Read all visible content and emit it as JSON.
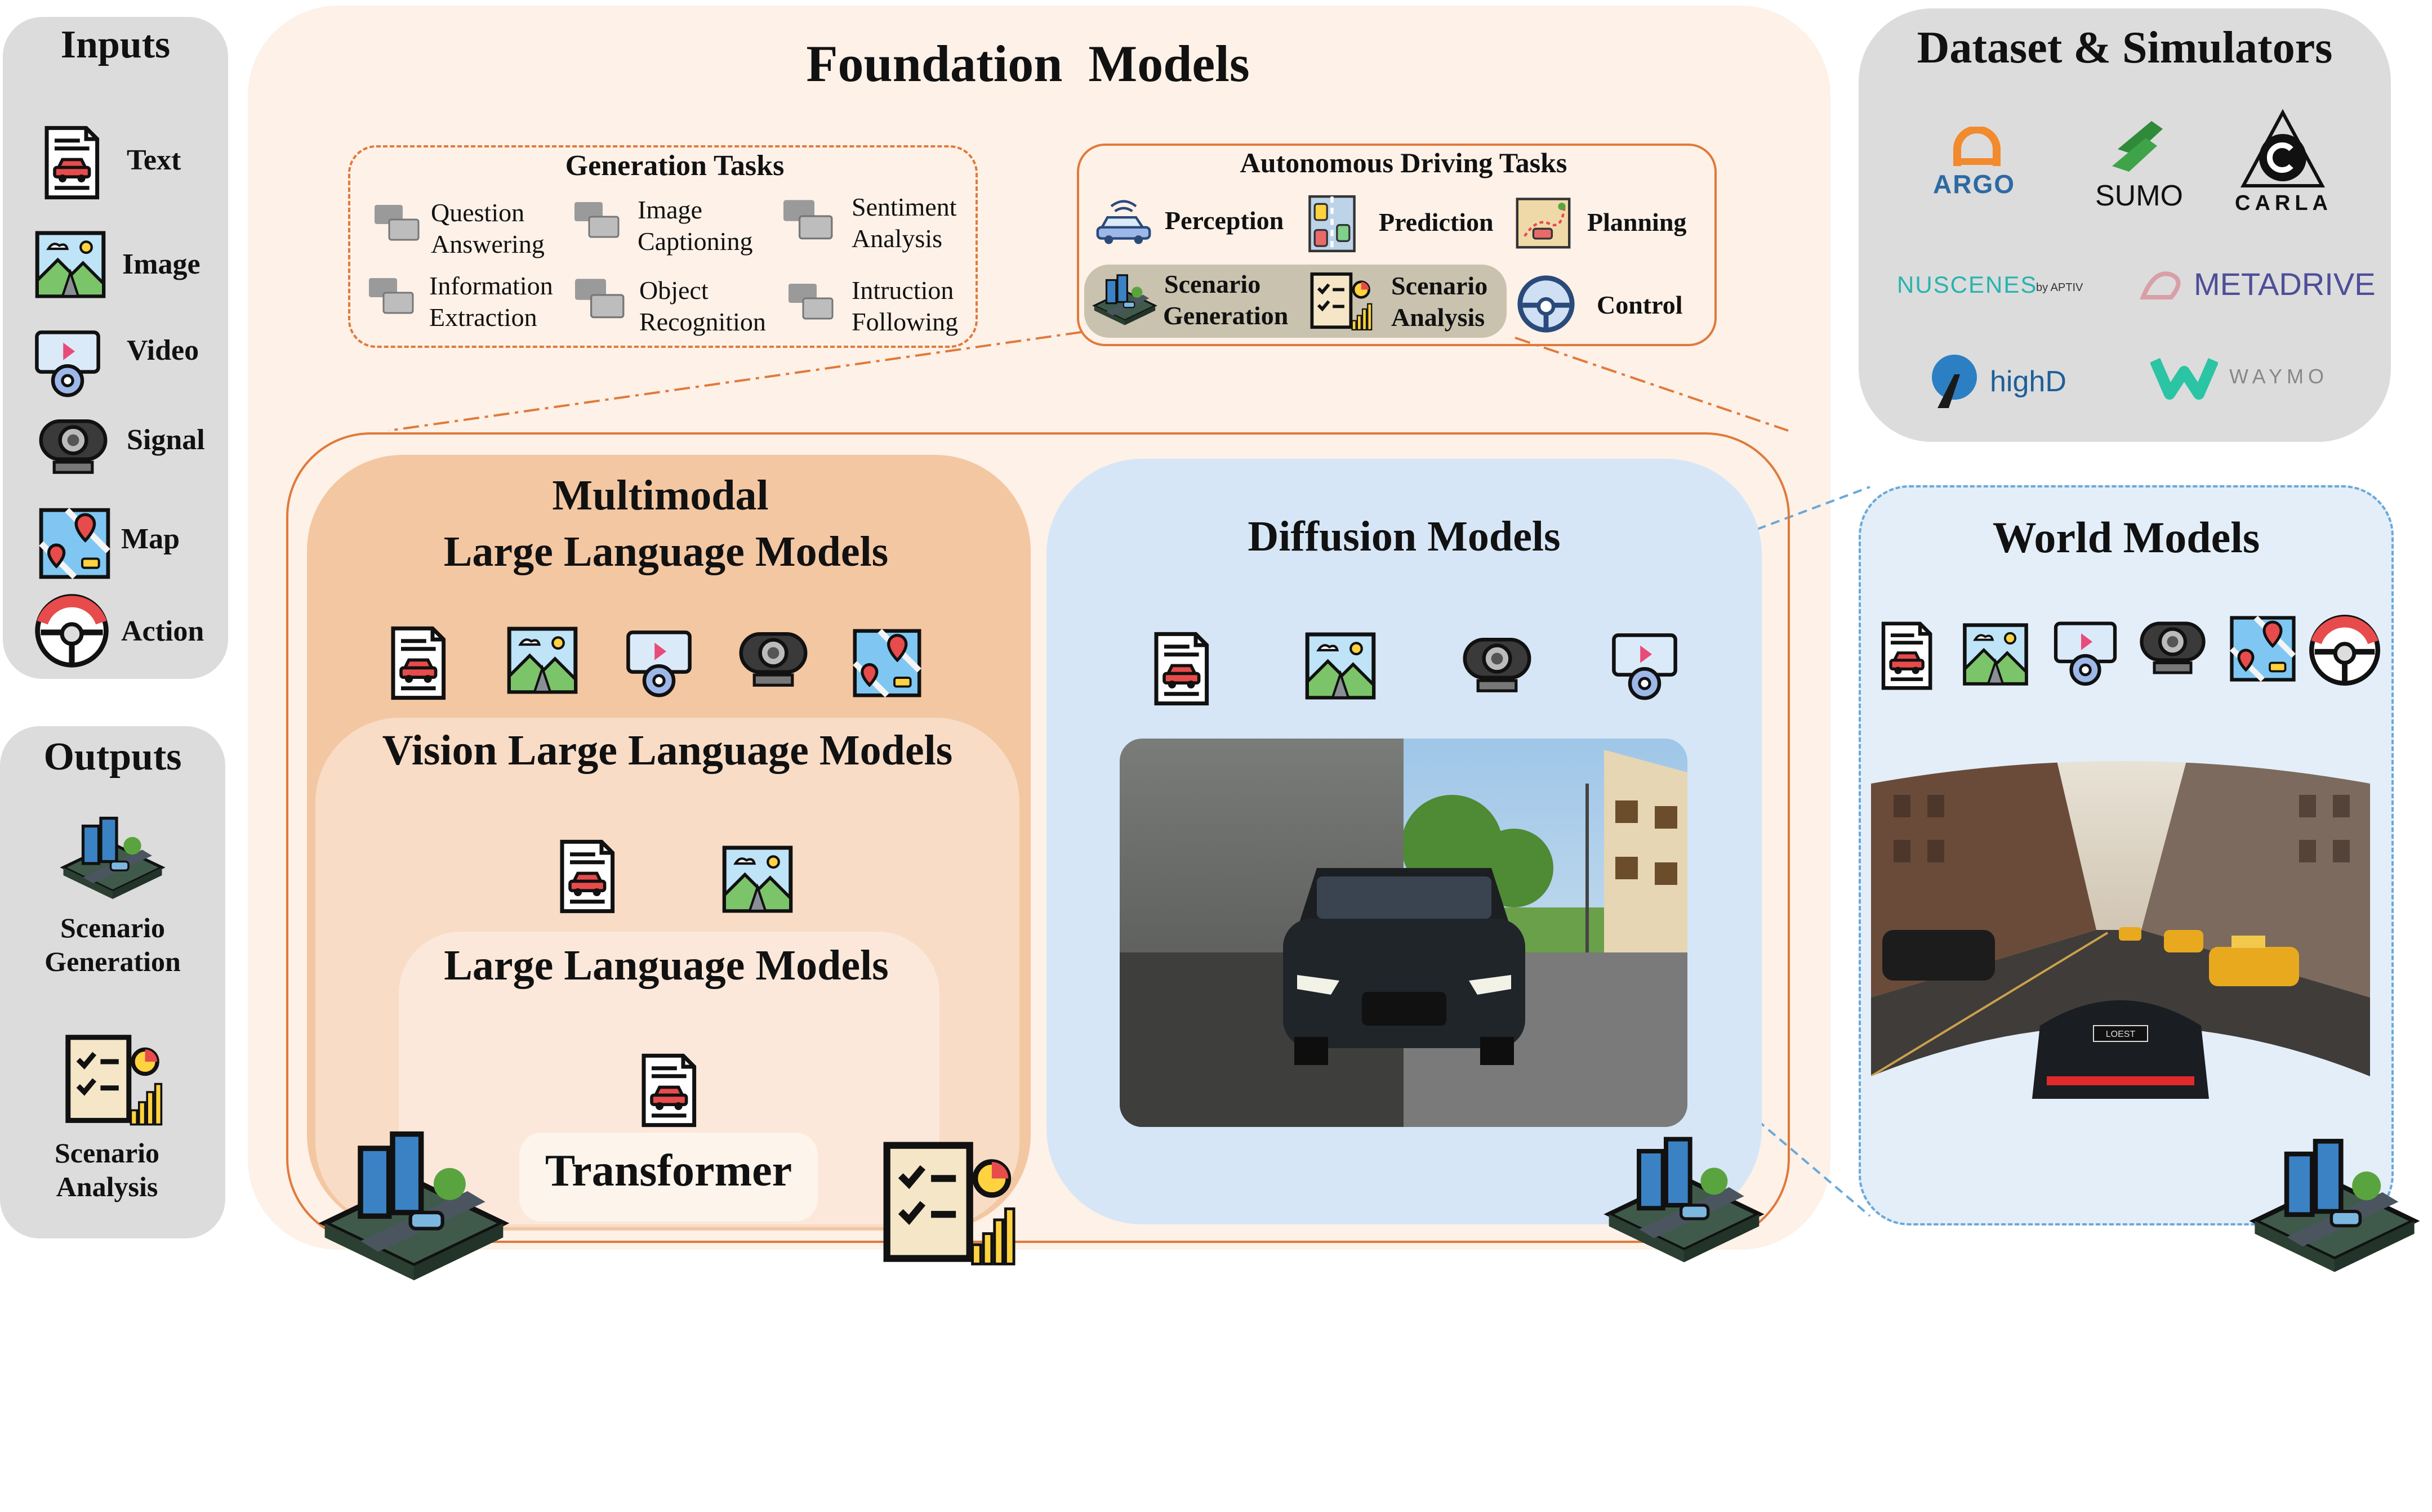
{
  "inputs": {
    "title": "Inputs",
    "items": [
      {
        "label": "Text",
        "icon": "document-car-icon"
      },
      {
        "label": "Image",
        "icon": "landscape-image-icon"
      },
      {
        "label": "Video",
        "icon": "video-steering-icon"
      },
      {
        "label": "Signal",
        "icon": "camera-sensor-icon"
      },
      {
        "label": "Map",
        "icon": "map-pin-icon"
      },
      {
        "label": "Action",
        "icon": "steering-wheel-icon"
      }
    ]
  },
  "outputs": {
    "title": "Outputs",
    "items": [
      {
        "label_line1": "Scenario",
        "label_line2": "Generation",
        "icon": "city-road-icon"
      },
      {
        "label_line1": "Scenario",
        "label_line2": "Analysis",
        "icon": "checklist-chart-icon"
      }
    ]
  },
  "foundation": {
    "title": "Foundation  Models",
    "generation_tasks": {
      "title": "Generation Tasks",
      "items": [
        {
          "line1": "Question",
          "line2": "Answering"
        },
        {
          "line1": "Image",
          "line2": "Captioning"
        },
        {
          "line1": "Sentiment",
          "line2": "Analysis"
        },
        {
          "line1": "Information",
          "line2": "Extraction"
        },
        {
          "line1": "Object",
          "line2": "Recognition"
        },
        {
          "line1": "Intruction",
          "line2": "Following"
        }
      ]
    },
    "ad_tasks": {
      "title": "Autonomous Driving Tasks",
      "perception": "Perception",
      "prediction": "Prediction",
      "planning": "Planning",
      "scenario_gen_line1": "Scenario",
      "scenario_gen_line2": "Generation",
      "scenario_ana_line1": "Scenario",
      "scenario_ana_line2": "Analysis",
      "control": "Control"
    },
    "mllm": {
      "title_line1": "Multimodal",
      "title_line2": "Large Language Models"
    },
    "vllm": {
      "title": "Vision Large Language Models"
    },
    "llm": {
      "title": "Large Language Models"
    },
    "transformer": {
      "title": "Transformer"
    },
    "diffusion": {
      "title": "Diffusion Models"
    }
  },
  "datasets": {
    "title": "Dataset & Simulators",
    "logos": {
      "argo": "ARGO",
      "sumo": "SUMO",
      "carla": "CARLA",
      "nuscenes": "NUSCENES",
      "nuscenes_by": "by APTIV",
      "metadrive": "METADRIVE",
      "highd": "highD",
      "waymo": "WAYMO"
    }
  },
  "world": {
    "title": "World Models",
    "car_plate": "LOEST"
  },
  "colors": {
    "panel_gray": "#dcdcdc",
    "foundation_bg": "#fdf1e8",
    "orange_border": "#e07a3a",
    "mllm_bg": "#f3c7a2",
    "vllm_bg": "#f8dcc6",
    "llm_bg": "#fbe8da",
    "diffusion_bg": "#d6e6f6",
    "world_bg": "#e3eef9",
    "world_border": "#6aa8d8"
  }
}
